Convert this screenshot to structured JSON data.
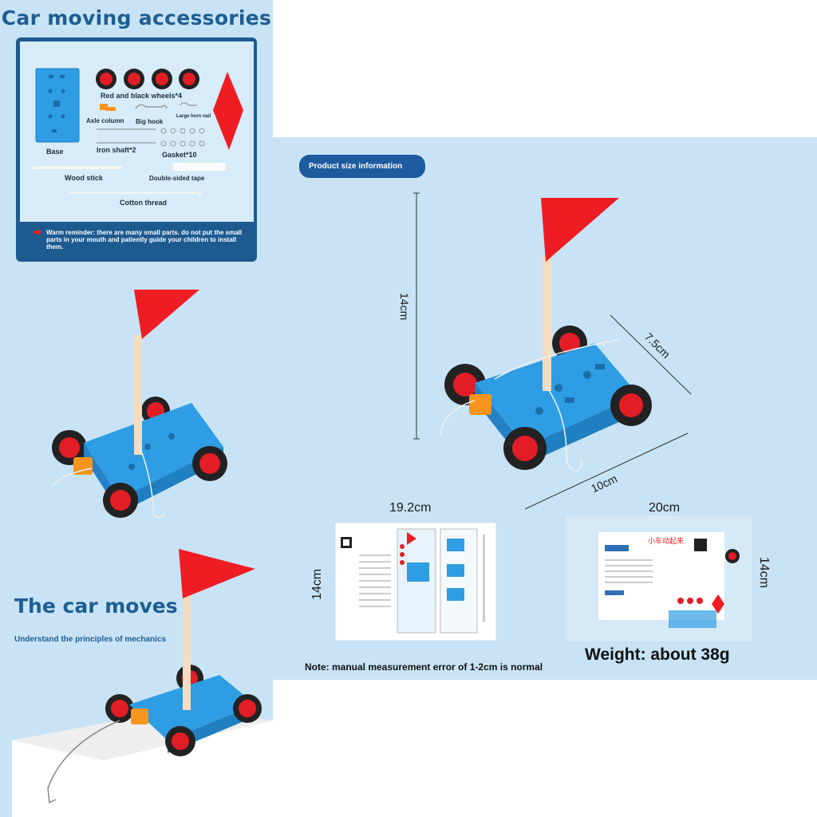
{
  "accessories": {
    "title": "Car moving accessories",
    "labels": {
      "base": "Base",
      "wheels": "Red and black wheels*4",
      "axle_column": "Axle column",
      "big_hook": "Big hook",
      "large_horn_nail": "Large horn nail",
      "iron_shaft": "Iron shaft*2",
      "gasket": "Gasket*10",
      "wood_stick": "Wood stick",
      "double_sided_tape": "Double-sided tape",
      "cotton_thread": "Cotton thread"
    },
    "reminder": "Warm reminder: there are many small parts. do not put the small parts in your mouth and patiently guide your children to install them."
  },
  "car_moves": {
    "title": "The car moves",
    "subtitle": "Understand the principles of mechanics"
  },
  "product": {
    "size_button": "Product size information",
    "height": "14cm",
    "width": "7.5cm",
    "length": "10cm",
    "manual_width": "19.2cm",
    "manual_height": "14cm",
    "bag_width": "20cm",
    "bag_height": "14cm",
    "note": "Note: manual measurement error of 1-2cm is normal",
    "weight": "Weight: about 38g",
    "manual_heading": "小车动起来"
  },
  "colors": {
    "panel_blue": "#1d5a8f",
    "light_blue": "#c8e3f5",
    "title_blue": "#1d5e93",
    "car_blue": "#2f9de3",
    "flag_red": "#ee1d24"
  }
}
